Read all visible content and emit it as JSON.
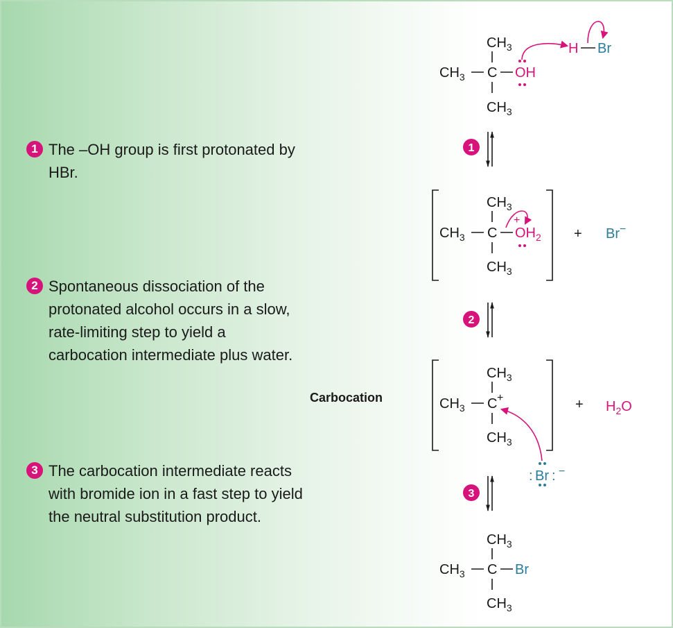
{
  "steps": [
    {
      "number": "1",
      "text": "The –OH group is first protonated by\nHBr."
    },
    {
      "number": "2",
      "text": "Spontaneous dissociation of the\nprotonated alcohol occurs in a slow,\nrate-limiting step to yield a\ncarbocation intermediate plus water."
    },
    {
      "number": "3",
      "text": "The carbocation intermediate reacts\nwith bromide ion in a fast step to yield\nthe neutral substitution product."
    }
  ],
  "labels": {
    "carbocation": "Carbocation"
  },
  "chem": {
    "ch3": "CH",
    "sub3": "3",
    "c": "C",
    "oh": "OH",
    "h": "H",
    "br": "Br",
    "plus": "+",
    "minus": "−",
    "sub2": "2",
    "water_h": "H",
    "water_o": "O",
    "colon": ":"
  },
  "colors": {
    "accent": "#d6137a",
    "bromine": "#2a7c9a",
    "text": "#1a1a1a",
    "green": "#a6d8ad"
  }
}
